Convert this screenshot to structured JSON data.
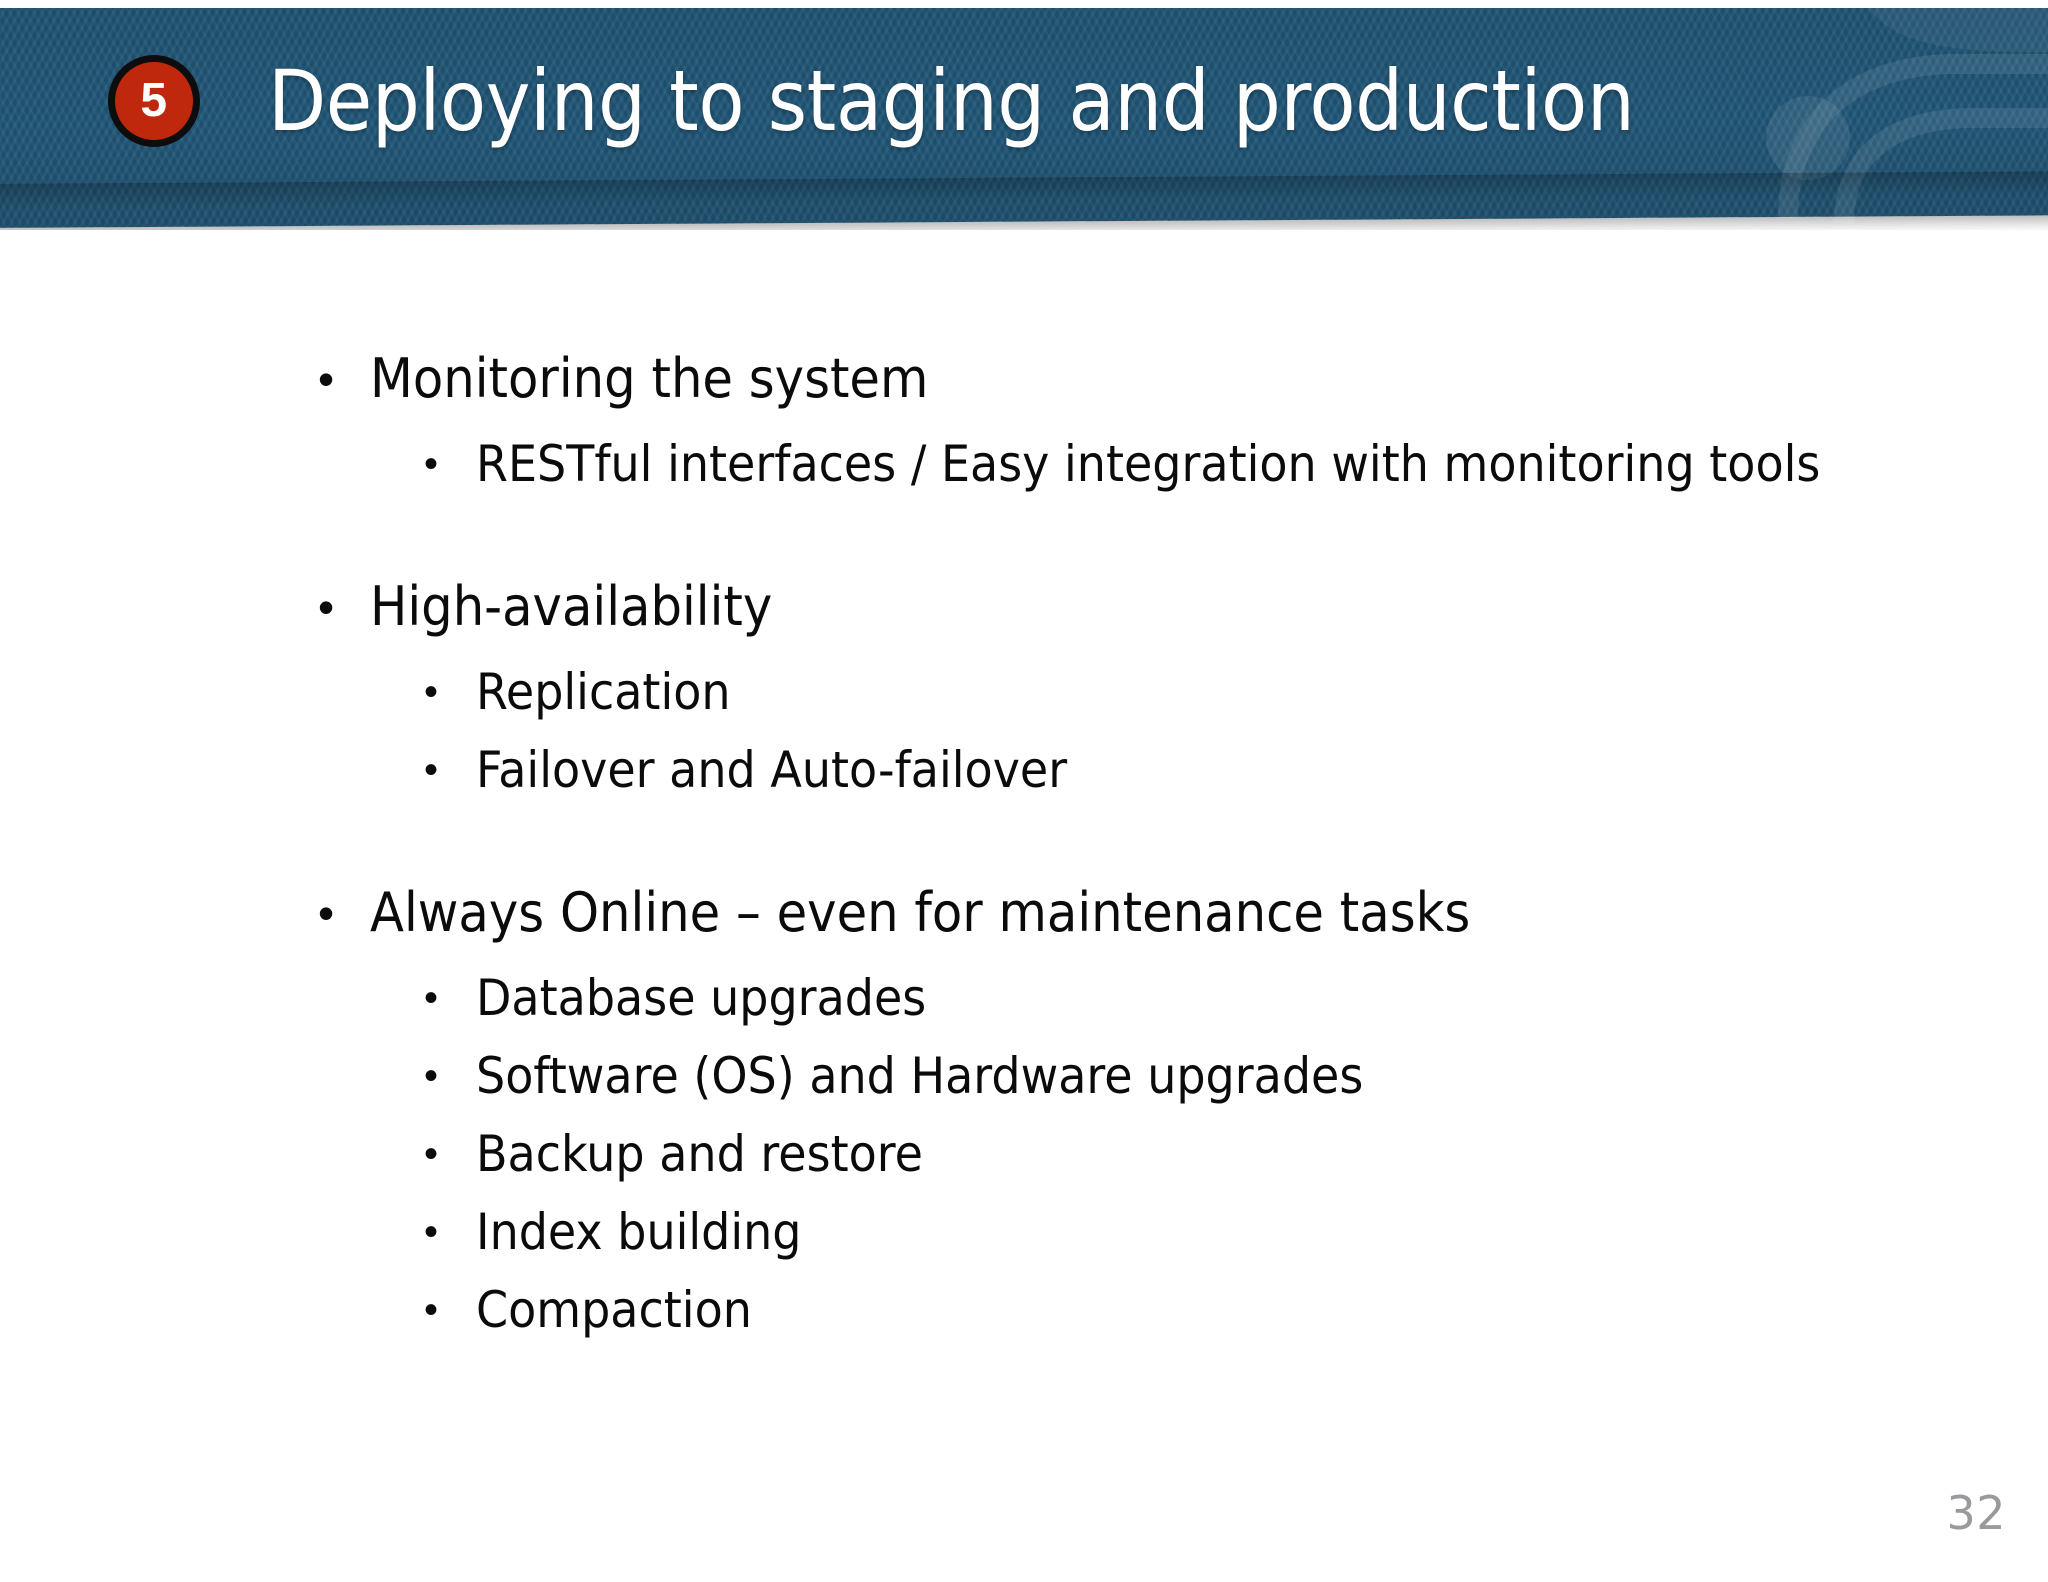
{
  "header": {
    "badge_number": "5",
    "title": "Deploying to staging and production",
    "banner_color": "#1f5576",
    "badge_fill": "#c0280e",
    "badge_border": "#0d0d0d",
    "title_color": "#ffffff",
    "deco_icon": "watermark-swoosh"
  },
  "body": {
    "bullet_marker": "•",
    "groups": [
      {
        "title": "Monitoring the system",
        "items": [
          "RESTful interfaces / Easy integration with monitoring tools"
        ]
      },
      {
        "title": "High-availability",
        "items": [
          "Replication",
          "Failover and Auto-failover"
        ]
      },
      {
        "title": "Always Online – even for maintenance tasks",
        "items": [
          "Database upgrades",
          "Software (OS) and Hardware upgrades",
          "Backup and restore",
          "Index building",
          "Compaction"
        ]
      }
    ]
  },
  "footer": {
    "page_number": "32",
    "page_number_color": "#9a9a9e"
  }
}
